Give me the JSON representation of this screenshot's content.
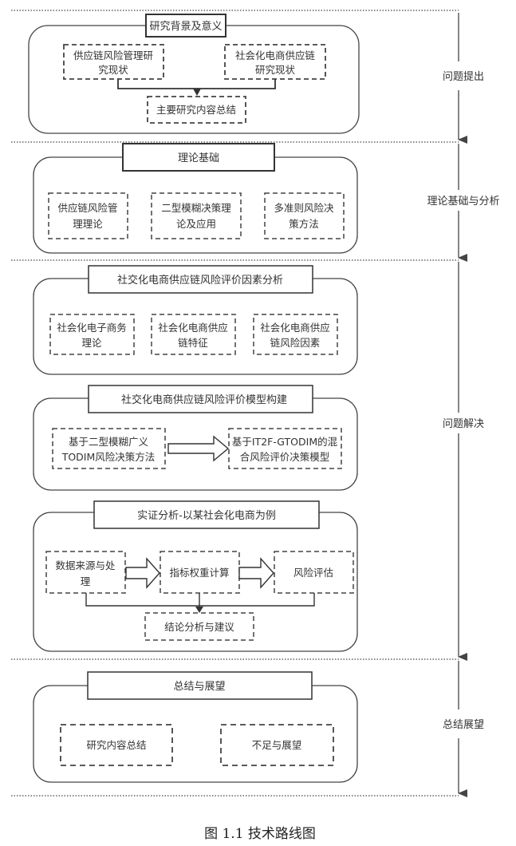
{
  "figure": {
    "caption": "图 1.1 技术路线图"
  },
  "stages": [
    {
      "label": "问题提出"
    },
    {
      "label": "理论基础与分析"
    },
    {
      "label": "问题解决"
    },
    {
      "label": "总结展望"
    }
  ],
  "section1": {
    "title": "研究背景及意义",
    "box_a": [
      "供应链风险管理研",
      "究现状"
    ],
    "box_b": [
      "社会化电商供应链",
      "研究现状"
    ],
    "box_c": "主要研究内容总结"
  },
  "section2": {
    "title": "理论基础",
    "boxes": [
      [
        "供应链风险管",
        "理理论"
      ],
      [
        "二型模糊决策理",
        "论及应用"
      ],
      [
        "多准则风险决",
        "策方法"
      ]
    ]
  },
  "section3": {
    "title": "社交化电商供应链风险评价因素分析",
    "boxes": [
      [
        "社会化电子商务",
        "理论"
      ],
      [
        "社会化电商供应",
        "链特征"
      ],
      [
        "社会化电商供应",
        "链风险因素"
      ]
    ]
  },
  "section4": {
    "title": "社交化电商供应链风险评价模型构建",
    "box_a": [
      "基于二型模糊广义",
      "TODIM风险决策方法"
    ],
    "box_b": [
      "基于IT2F-GTODIM的混",
      "合风险评价决策模型"
    ]
  },
  "section5": {
    "title": "实证分析-以某社会化电商为例",
    "box_a": [
      "数据来源与处",
      "理"
    ],
    "box_b": "指标权重计算",
    "box_c": "风险评估",
    "box_d": "结论分析与建议"
  },
  "section6": {
    "title": "总结与展望",
    "boxes": [
      "研究内容总结",
      "不足与展望"
    ]
  }
}
